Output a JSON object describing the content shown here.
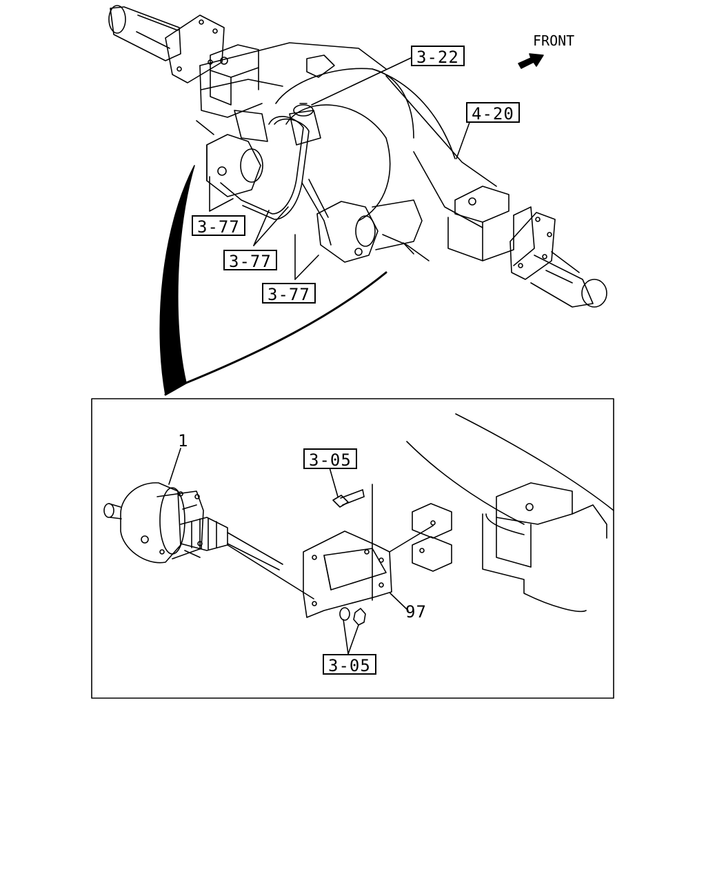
{
  "orientation": {
    "text": "FRONT"
  },
  "refs": {
    "r322": "3-22",
    "r420": "4-20",
    "r377a": "3-77",
    "r377b": "3-77",
    "r377c": "3-77",
    "r305top": "3-05",
    "r305bot": "3-05"
  },
  "parts": {
    "p1": "1",
    "p97": "97"
  }
}
